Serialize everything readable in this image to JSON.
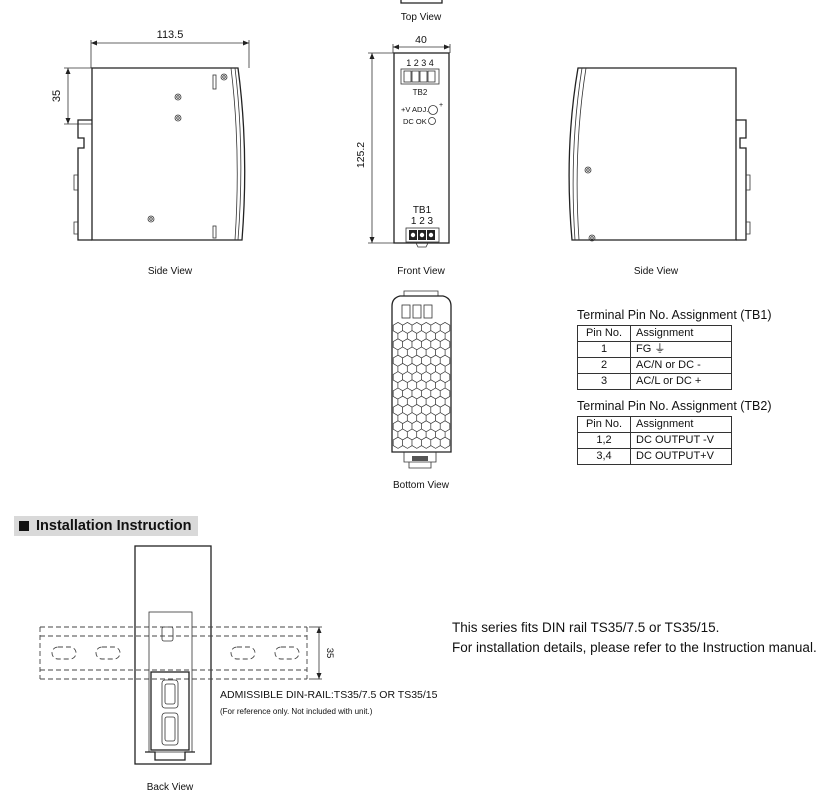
{
  "views": {
    "top": "Top View",
    "side_left": "Side View",
    "front": "Front View",
    "side_right": "Side View",
    "bottom": "Bottom View",
    "back": "Back View"
  },
  "dimensions": {
    "side_width": "113.5",
    "side_rail": "35",
    "front_width": "40",
    "front_height": "125.2",
    "rail_height": "35"
  },
  "front_labels": {
    "tb2_pins": "1 2 3 4",
    "tb2": "TB2",
    "vadj": "+V ADJ.",
    "plus": "+",
    "dcok": "DC OK",
    "tb1": "TB1",
    "tb1_pins": "1  2  3"
  },
  "tb1": {
    "title": "Terminal Pin No.  Assignment (TB1)",
    "headers": [
      "Pin No.",
      "Assignment"
    ],
    "rows": [
      [
        "1",
        "FG ⏚"
      ],
      [
        "2",
        "AC/N or DC -"
      ],
      [
        "3",
        "AC/L or DC +"
      ]
    ]
  },
  "tb2": {
    "title": "Terminal Pin No.  Assignment (TB2)",
    "headers": [
      "Pin No.",
      "Assignment"
    ],
    "rows": [
      [
        "1,2",
        "DC OUTPUT -V"
      ],
      [
        "3,4",
        "DC OUTPUT+V"
      ]
    ]
  },
  "installation": {
    "heading": "Installation Instruction",
    "rail_label": "ADMISSIBLE DIN-RAIL:TS35/7.5 OR TS35/15",
    "rail_note": "(For reference only. Not included with unit.)",
    "line1": "This series fits DIN rail TS35/7.5 or TS35/15.",
    "line2": "For installation details, please refer to the Instruction manual."
  }
}
